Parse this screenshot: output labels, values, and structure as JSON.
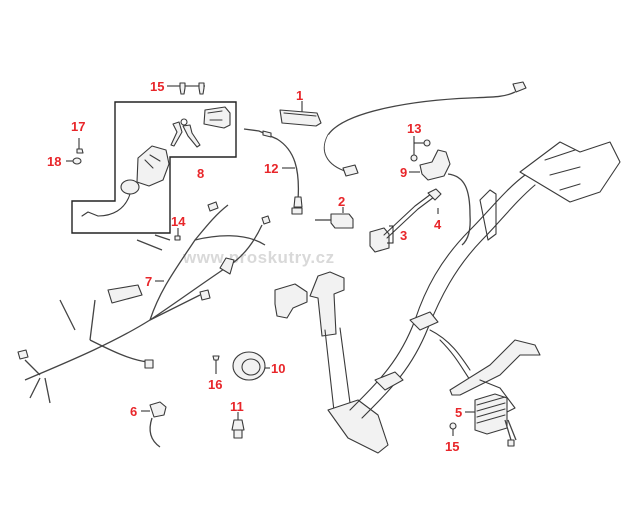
{
  "diagram": {
    "title": "Electrical parts exploded view",
    "watermark": "www.proskutry.cz",
    "accent_color": "#e8262a",
    "callouts": [
      {
        "id": "c1",
        "label": "1",
        "part": "tail-light-lens"
      },
      {
        "id": "c2",
        "label": "2",
        "part": "relay"
      },
      {
        "id": "c3",
        "label": "3",
        "part": "ignition-coil"
      },
      {
        "id": "c4",
        "label": "4",
        "part": "spark-plug-cap"
      },
      {
        "id": "c5",
        "label": "5",
        "part": "regulator-rectifier"
      },
      {
        "id": "c6",
        "label": "6",
        "part": "sensor"
      },
      {
        "id": "c7",
        "label": "7",
        "part": "wire-harness"
      },
      {
        "id": "c8",
        "label": "8",
        "part": "ignition-switch-set"
      },
      {
        "id": "c9",
        "label": "9",
        "part": "battery-cable-clamp"
      },
      {
        "id": "c10",
        "label": "10",
        "part": "horn"
      },
      {
        "id": "c11",
        "label": "11",
        "part": "switch"
      },
      {
        "id": "c12",
        "label": "12",
        "part": "cable"
      },
      {
        "id": "c13",
        "label": "13",
        "part": "nut"
      },
      {
        "id": "c14",
        "label": "14",
        "part": "screw"
      },
      {
        "id": "c15a",
        "label": "15",
        "part": "bolt"
      },
      {
        "id": "c15b",
        "label": "15",
        "part": "bolt"
      },
      {
        "id": "c16",
        "label": "16",
        "part": "screw"
      },
      {
        "id": "c17",
        "label": "17",
        "part": "screw"
      },
      {
        "id": "c18",
        "label": "18",
        "part": "washer"
      }
    ]
  }
}
